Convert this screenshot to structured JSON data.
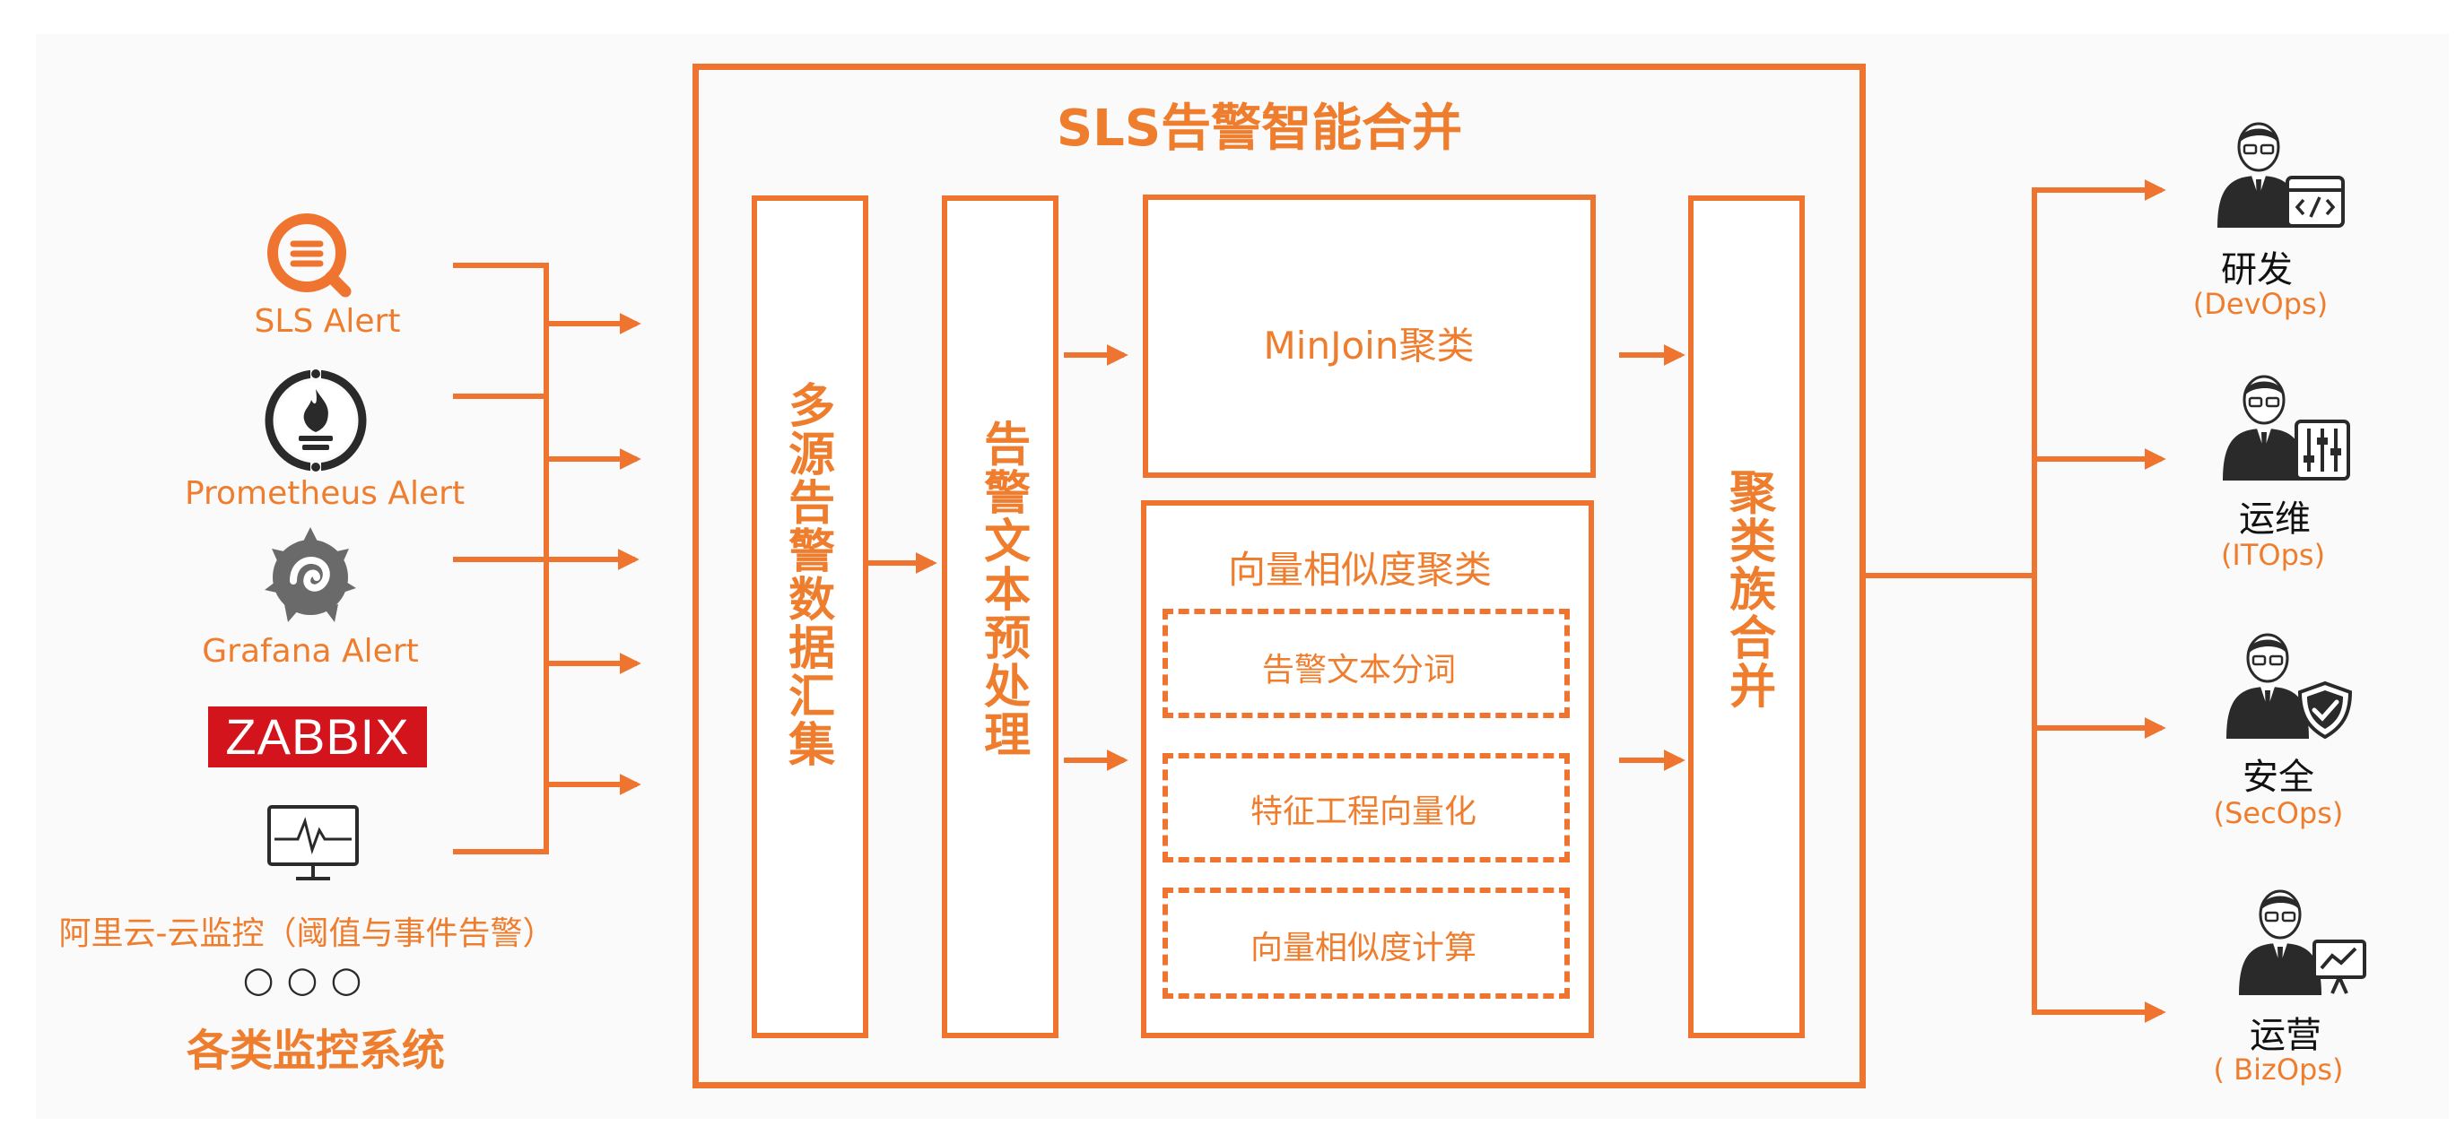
{
  "title": "SLS告警智能合并",
  "sources": [
    {
      "label": "SLS Alert",
      "icon": "sls-alert-icon"
    },
    {
      "label": "Prometheus Alert",
      "icon": "prometheus-icon"
    },
    {
      "label": "Grafana Alert",
      "icon": "grafana-icon"
    },
    {
      "label": "ZABBIX",
      "icon": "zabbix-logo"
    },
    {
      "label": "阿里云-云监控（阈值与事件告警）",
      "icon": "monitor-icon"
    }
  ],
  "ellipsis": "○○○",
  "monitoring_caption": "各类监控系统",
  "stages": {
    "aggregate": "多源告警数据汇集",
    "preprocess": "告警文本预处理",
    "minjoin": "MinJoin聚类",
    "vector": {
      "title": "向量相似度聚类",
      "steps": [
        "告警文本分词",
        "特征工程向量化",
        "向量相似度计算"
      ]
    },
    "merge": "聚类族合并"
  },
  "roles": [
    {
      "name": "研发",
      "sub": "(DevOps)",
      "icon": "developer-icon"
    },
    {
      "name": "运维",
      "sub": "(ITOps)",
      "icon": "operations-icon"
    },
    {
      "name": "安全",
      "sub": "(SecOps)",
      "icon": "security-icon"
    },
    {
      "name": "运营",
      "sub": "( BizOps)",
      "icon": "business-icon"
    }
  ],
  "colors": {
    "accent": "#ef7430",
    "zabbix_red": "#d3141c",
    "dark": "#2a2a2a"
  }
}
